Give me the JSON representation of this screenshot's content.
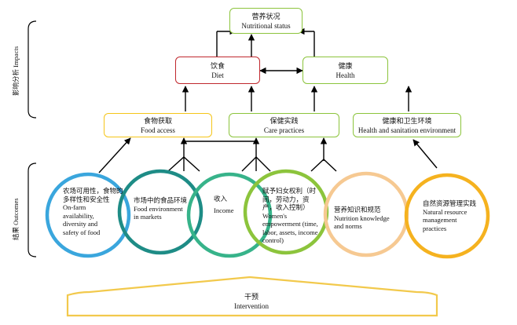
{
  "side_labels": {
    "impacts": "影响分析 Impacts",
    "outcomes": "结果 Outcomes"
  },
  "boxes": {
    "nutritional_status": {
      "zh": "营养状况",
      "en": "Nutritional status"
    },
    "diet": {
      "zh": "饮食",
      "en": "Diet"
    },
    "health": {
      "zh": "健康",
      "en": "Health"
    },
    "food_access": {
      "zh": "食物获取",
      "en": "Food access"
    },
    "care_practices": {
      "zh": "保健实践",
      "en": "Care practices"
    },
    "health_sanitation": {
      "zh": "健康和卫生环境",
      "en": "Health and sanitation environment"
    }
  },
  "circles": [
    {
      "zh": "农场可用性，食物的多样性和安全性",
      "en": "On-farm availability, diversity and safety of food",
      "color": "#3aa6dd"
    },
    {
      "zh": "市场中的食品环境",
      "en": "Food environment in markets",
      "color": "#1e8c86"
    },
    {
      "zh": "收入",
      "en": "Income",
      "color": "#37b38a"
    },
    {
      "zh": "赋予妇女权利（时间，劳动力，资产，收入控制）",
      "en": "Women's empowerment (time, labor, assets, income control)",
      "color": "#8cc43c"
    },
    {
      "zh": "营养知识和规范",
      "en": "Nutrition knowledge and norms",
      "color": "#f6c992"
    },
    {
      "zh": "自然资源管理实践",
      "en": "Natural resource management practices",
      "color": "#f5b21f"
    }
  ],
  "intervention": {
    "zh": "干预",
    "en": "Intervention"
  },
  "colors": {
    "green_box": "#8cc43c",
    "red_box": "#c0282d",
    "yellow_box": "#f5c518",
    "intervention": "#f2c94c"
  }
}
